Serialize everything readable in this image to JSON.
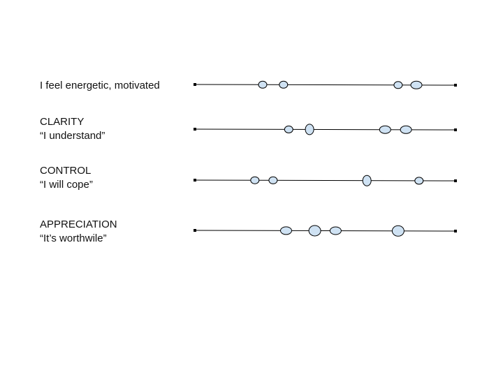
{
  "rows": [
    {
      "lines": [
        "I feel energetic, motivated"
      ],
      "dots": [
        0.26,
        0.34,
        0.78,
        0.85
      ],
      "dot_sizes": [
        "s",
        "s",
        "s",
        "m"
      ]
    },
    {
      "lines": [
        "CLARITY",
        "“I understand”"
      ],
      "dots": [
        0.36,
        0.44,
        0.73,
        0.81
      ],
      "dot_sizes": [
        "s",
        "t",
        "m",
        "m"
      ]
    },
    {
      "lines": [
        "CONTROL",
        "“I will cope”"
      ],
      "dots": [
        0.23,
        0.3,
        0.66,
        0.86
      ],
      "dot_sizes": [
        "s",
        "s",
        "t",
        "s"
      ]
    },
    {
      "lines": [
        "APPRECIATION",
        "“It’s worthwile”"
      ],
      "dots": [
        0.35,
        0.46,
        0.54,
        0.78
      ],
      "dot_sizes": [
        "m",
        "l",
        "m",
        "l"
      ]
    }
  ],
  "colors": {
    "dot_fill": "#cfe2f3",
    "stroke": "#000000"
  }
}
